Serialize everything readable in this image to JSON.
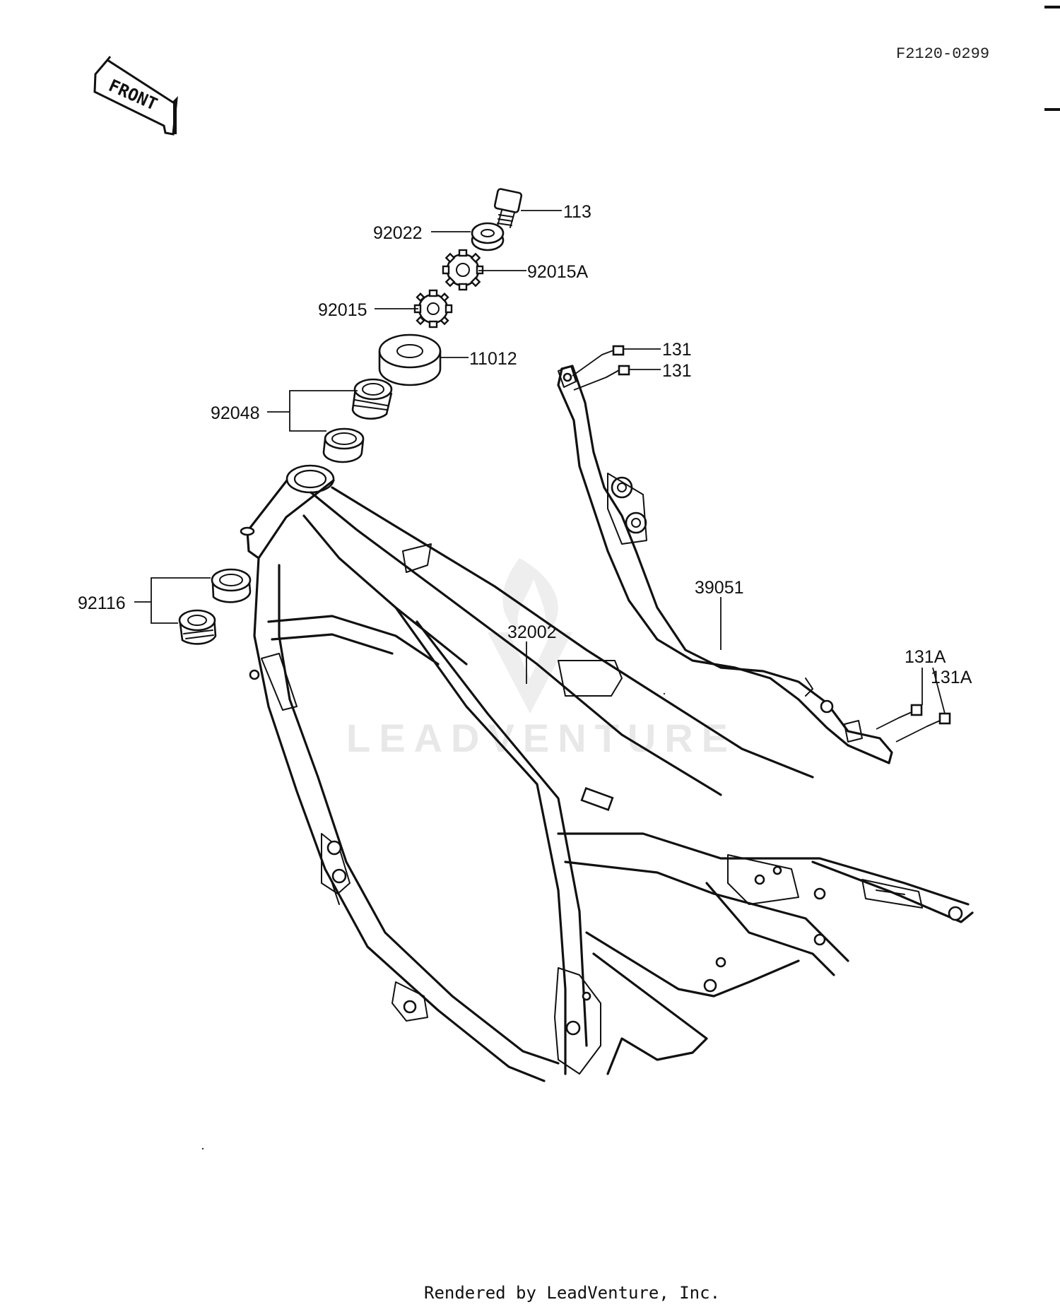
{
  "header": {
    "diagram_code": "F2120-0299"
  },
  "front_arrow": {
    "label": "FRONT"
  },
  "watermark": {
    "text": "LEADVENTURE"
  },
  "parts": {
    "p113": "113",
    "p92022": "92022",
    "p92015A": "92015A",
    "p92015": "92015",
    "p11012": "11012",
    "p92048": "92048",
    "p92116": "92116",
    "p32002": "32002",
    "p39051": "39051",
    "p131_a": "131",
    "p131_b": "131",
    "p131A_a": "131A",
    "p131A_b": "131A"
  },
  "footer": {
    "credit": "Rendered by LeadVenture, Inc."
  }
}
